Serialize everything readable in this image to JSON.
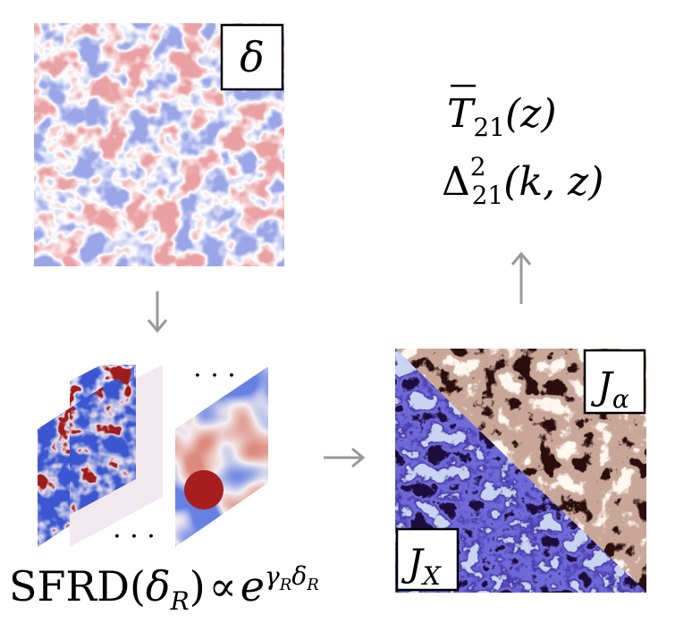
{
  "density_field": {
    "label": "δ",
    "colors": {
      "positive": "#d9545a",
      "negative": "#4b5fd6",
      "mid": "#ffffff"
    }
  },
  "sfrd_stack": {
    "ellipsis_top": "· · ·",
    "ellipsis_bottom": "· · ·",
    "formula": "SFRD(δR) ∝ e^{γR δR}",
    "formula_parts": {
      "prefix": "SFRD(",
      "delta": "δ",
      "sub_r": "R",
      "close": ")",
      "propto": "∝",
      "e": "e",
      "gamma": "γ",
      "exp_sub_r": "R",
      "exp_delta": "δ",
      "exp_sub_r2": "R"
    },
    "colors": {
      "hot": "#9e1b1b",
      "cold": "#3a57d0",
      "mid": "#f2e9ee"
    }
  },
  "flux_field": {
    "label_upper": "J",
    "label_upper_sub": "α",
    "label_lower": "J",
    "label_lower_sub": "X",
    "colors": {
      "lya_bg": "#c9a798",
      "lya_dark": "#2a0c0c",
      "lya_bright": "#fff7f0",
      "xray_bg": "#6f6ad8",
      "xray_dark": "#1f0a3c"
    }
  },
  "outputs": {
    "line1": {
      "symbol": "T",
      "sub": "21",
      "args": "(z)"
    },
    "line2": {
      "symbol": "Δ",
      "sup": "2",
      "sub": "21",
      "args": "(k, z)"
    }
  },
  "arrows": {
    "color": "#999999"
  }
}
